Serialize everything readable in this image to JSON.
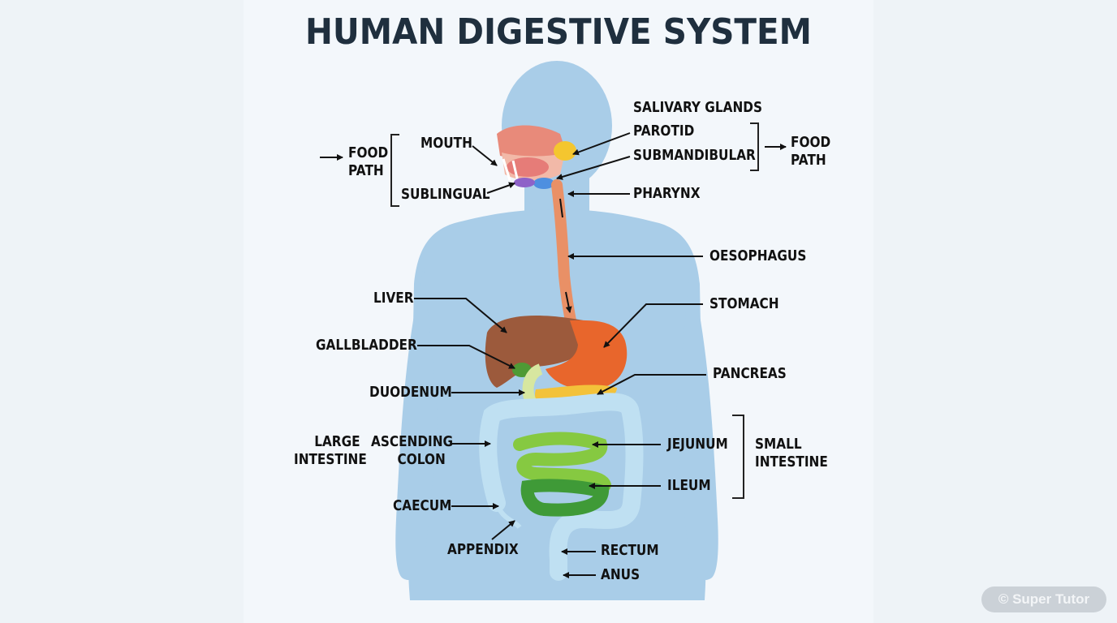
{
  "title": "HUMAN DIGESTIVE SYSTEM",
  "labels": {
    "food_path_left": [
      "FOOD",
      "PATH"
    ],
    "mouth": "MOUTH",
    "sublingual": "SUBLINGUAL",
    "salivary_glands": "SALIVARY GLANDS",
    "parotid": "PAROTID",
    "submandibular": "SUBMANDIBULAR",
    "food_path_right": [
      "FOOD",
      "PATH"
    ],
    "pharynx": "PHARYNX",
    "oesophagus": "OESOPHAGUS",
    "liver": "LIVER",
    "stomach": "STOMACH",
    "gallbladder": "GALLBLADDER",
    "pancreas": "PANCREAS",
    "duodenum": "DUODENUM",
    "large_intestine": [
      "LARGE",
      "INTESTINE"
    ],
    "ascending_colon": [
      "ASCENDING",
      "COLON"
    ],
    "jejunum": "JEJUNUM",
    "small_intestine": [
      "SMALL",
      "INTESTINE"
    ],
    "ileum": "ILEUM",
    "caecum": "CAECUM",
    "appendix": "APPENDIX",
    "rectum": "RECTUM",
    "anus": "ANUS"
  },
  "watermark": "© Super Tutor",
  "colors": {
    "body": "#a9cde8",
    "liver": "#9c5a3c",
    "stomach": "#e8662c",
    "oesophagus": "#f0a070",
    "small_intestine": "#6fbf3c",
    "large_intestine": "#bfe0f2",
    "pancreas": "#f3c23a",
    "gallbladder": "#4f9a35"
  }
}
